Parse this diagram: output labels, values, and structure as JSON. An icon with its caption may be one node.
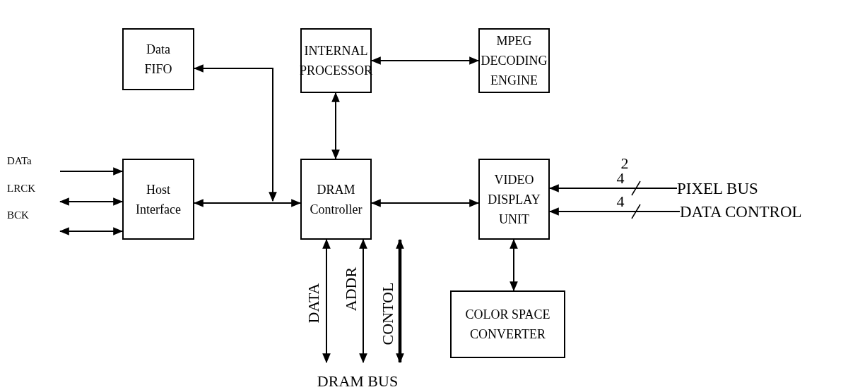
{
  "diagram": {
    "nodes": [
      {
        "text": [
          "Data FIFO"
        ]
      },
      {
        "text": [
          "INTERNAL PROCESSOR"
        ]
      },
      {
        "text": [
          "MPEG DECODING ENGINE"
        ]
      },
      {
        "text": [
          "Host Interface"
        ]
      },
      {
        "text": [
          "DRAM Controller"
        ]
      },
      {
        "text": [
          "VIDEO DISPLAY UNIT"
        ]
      },
      {
        "text": [
          "COLOR SPACE CONVERTER"
        ]
      },
      {
        "text": [
          "DATa"
        ]
      },
      {
        "text": [
          "LRCK"
        ]
      },
      {
        "text": [
          "BCK"
        ]
      },
      {
        "text": [
          "PIXEL BUS"
        ]
      },
      {
        "text": [
          "DATA CONTROL"
        ]
      },
      {
        "text": [
          "DRAM BUS"
        ]
      }
    ],
    "edges": [
      {
        "from": 3,
        "to": 4,
        "arrow": "both"
      },
      {
        "from": 0,
        "to": null,
        "arrow": "both"
      },
      {
        "from": 1,
        "to": 2,
        "arrow": "both"
      },
      {
        "from": 1,
        "to": 4,
        "arrow": "both"
      },
      {
        "from": 4,
        "to": 5,
        "arrow": "both"
      },
      {
        "from": 5,
        "to": 6,
        "arrow": "both"
      },
      {
        "from": 7,
        "to": 3,
        "arrow": "to"
      },
      {
        "from": 8,
        "to": 3,
        "arrow": "both"
      },
      {
        "from": 9,
        "to": 3,
        "arrow": "both"
      },
      {
        "from": 10,
        "to": 5,
        "arrow": "to",
        "label": "4"
      },
      {
        "from": 11,
        "to": 5,
        "arrow": "to",
        "label": "4"
      },
      {
        "from": 4,
        "to": 12,
        "arrow": "both",
        "label": "DATA"
      },
      {
        "from": 4,
        "to": 12,
        "arrow": "both",
        "label": "ADDR"
      },
      {
        "from": 4,
        "to": 12,
        "arrow": "both",
        "label": "CONTOL",
        "style": "thick"
      }
    ],
    "labels": [
      "2"
    ]
  }
}
